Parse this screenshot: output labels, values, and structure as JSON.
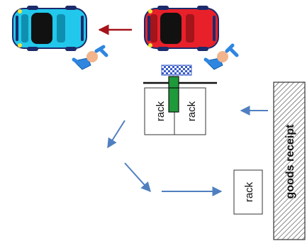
{
  "labels": {
    "rack_left": "rack",
    "rack_right": "rack",
    "rack_lone": "rack",
    "goods_receipt": "goods receipt"
  },
  "colors": {
    "car_blue": "#22c8ec",
    "car_red": "#e8202a",
    "car_outline": "#1b2b6b",
    "hand_skin": "#f2b48d",
    "hand_sleeve": "#2e86e0",
    "arrow_dark_red": "#a5121a",
    "arrow_blue": "#4f7fc0",
    "post_green": "#1f9a3a",
    "checker_blue": "#3a5cc8"
  },
  "icons": {
    "car_left": "car-icon",
    "car_right": "car-icon",
    "hand_left": "waving-hand-icon",
    "hand_right": "waving-hand-icon",
    "flag": "checkered-flag-icon"
  }
}
